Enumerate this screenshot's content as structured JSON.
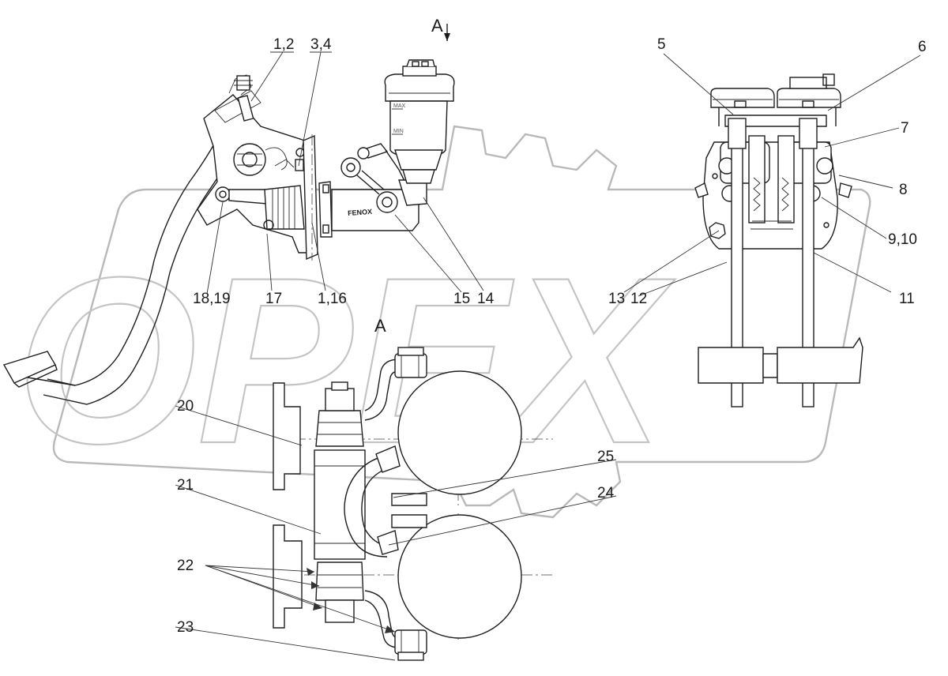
{
  "view_marker": {
    "text": "A"
  },
  "section_label": {
    "text": "A"
  },
  "watermark": {
    "text": "OPEX"
  },
  "reservoir_marks": {
    "max": "MAX",
    "min": "MIN"
  },
  "callouts": [
    {
      "id": "c-1-2",
      "text": "1,2"
    },
    {
      "id": "c-3-4",
      "text": "3,4"
    },
    {
      "id": "c-5",
      "text": "5"
    },
    {
      "id": "c-6",
      "text": "6"
    },
    {
      "id": "c-7",
      "text": "7"
    },
    {
      "id": "c-8",
      "text": "8"
    },
    {
      "id": "c-9-10",
      "text": "9,10"
    },
    {
      "id": "c-11",
      "text": "11"
    },
    {
      "id": "c-12",
      "text": "12"
    },
    {
      "id": "c-13",
      "text": "13"
    },
    {
      "id": "c-14",
      "text": "14"
    },
    {
      "id": "c-15",
      "text": "15"
    },
    {
      "id": "c-1-16",
      "text": "1,16"
    },
    {
      "id": "c-17",
      "text": "17"
    },
    {
      "id": "c-18-19",
      "text": "18,19"
    },
    {
      "id": "c-20",
      "text": "20"
    },
    {
      "id": "c-21",
      "text": "21"
    },
    {
      "id": "c-22",
      "text": "22"
    },
    {
      "id": "c-23",
      "text": "23"
    },
    {
      "id": "c-24",
      "text": "24"
    },
    {
      "id": "c-25",
      "text": "25"
    }
  ]
}
